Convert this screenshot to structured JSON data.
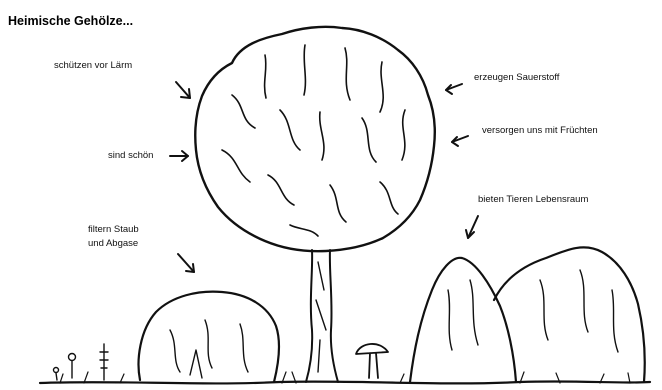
{
  "title": "Heimische Gehölze...",
  "labels": {
    "laerm": "schützen vor Lärm",
    "schoen": "sind schön",
    "staub_1": "filtern Staub",
    "staub_2": "und Abgase",
    "sauerstoff": "erzeugen Sauerstoff",
    "fruechte": "versorgen uns mit Früchten",
    "lebensraum": "bieten Tieren Lebensraum"
  }
}
